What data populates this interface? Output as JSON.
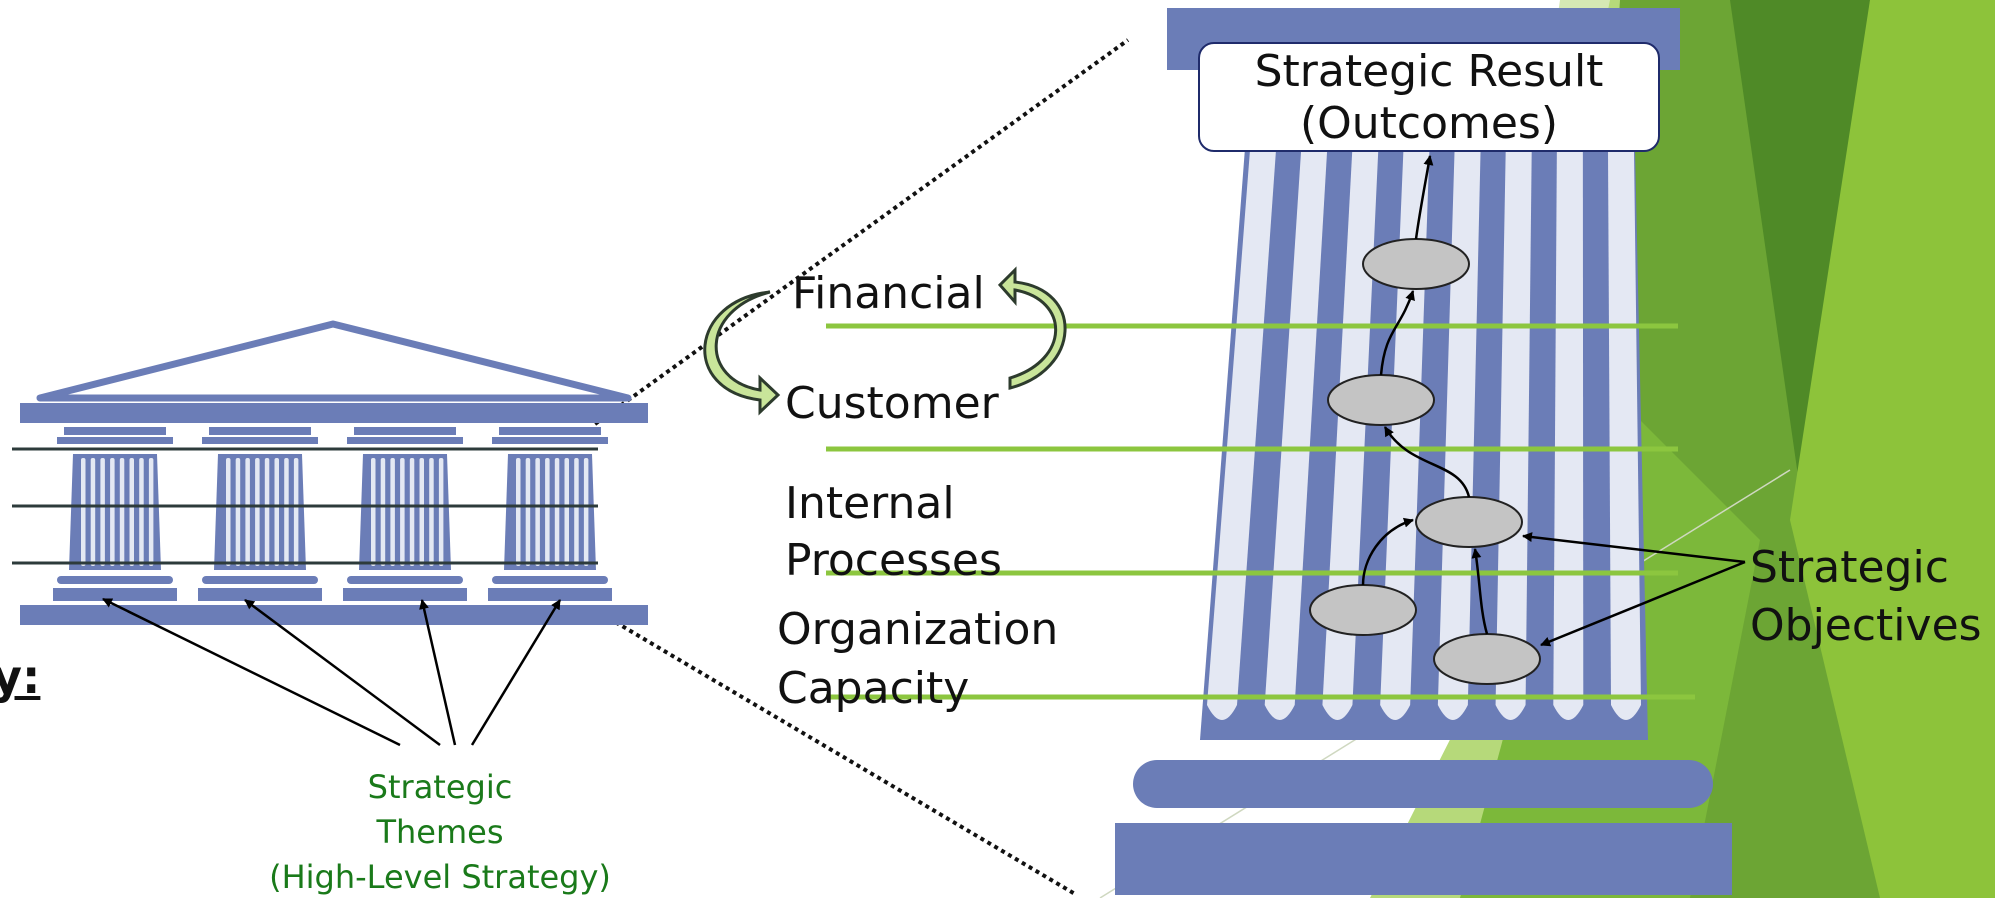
{
  "layers": {
    "financial": "Financial",
    "customer": "Customer",
    "internal_1": "Internal",
    "internal_2": "Processes",
    "organization_1": "Organization",
    "organization_2": "Capacity"
  },
  "result": {
    "line1": "Strategic Result",
    "line2": "(Outcomes)"
  },
  "objectives": {
    "line1": "Strategic",
    "line2": "Objectives"
  },
  "themes": {
    "line1": "Strategic",
    "line2": "Themes",
    "line3": "(High-Level Strategy)"
  },
  "cut_text": "y:",
  "colors": {
    "pillar_blue": "#6b7db7",
    "flute_light": "#e4e8f3",
    "layer_green": "#8cc63f",
    "bg_green_dark": "#5f9e2e",
    "bg_green_light": "#9ccc3c",
    "cycle_arrow": "#c9e59a",
    "theme_green": "#1a7a1a"
  }
}
